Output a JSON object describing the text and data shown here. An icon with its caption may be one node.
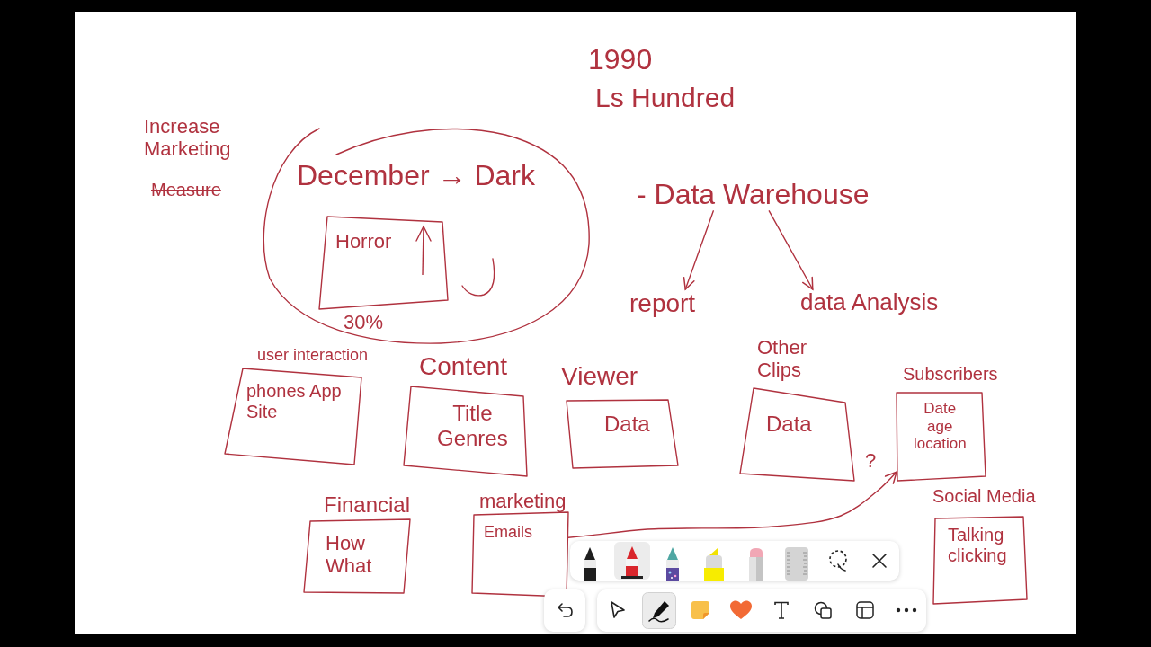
{
  "diagram": {
    "nodes": [
      {
        "text": [
          "December → Dark"
        ]
      },
      {
        "text": [
          "Horror"
        ],
        "in": 0,
        "beside": [
          "30%"
        ]
      },
      {
        "text": [
          "- Data Warehouse"
        ]
      },
      {
        "text": [
          "report"
        ]
      },
      {
        "text": [
          "data Analysis"
        ]
      },
      {
        "text": [
          "user interaction",
          "phones App Site"
        ]
      },
      {
        "text": [
          "Content",
          "Title Genres"
        ]
      },
      {
        "text": [
          "Viewer",
          "Data"
        ]
      },
      {
        "text": [
          "Other Clips",
          "Data"
        ]
      },
      {
        "text": [
          "Subscribers",
          "Date age location"
        ]
      },
      {
        "text": [
          "Financial",
          "How What"
        ]
      },
      {
        "text": [
          "marketing",
          "Emails"
        ]
      },
      {
        "text": [
          "Social Media",
          "Talking clicking"
        ]
      }
    ],
    "edges": [
      {
        "from": 2,
        "to": 3,
        "arrow": "to"
      },
      {
        "from": 2,
        "to": 4,
        "arrow": "to"
      },
      {
        "from": 11,
        "to": 9,
        "arrow": "to",
        "label": "?"
      }
    ],
    "labels": [
      "1990",
      "Ls Hundred",
      "Increase Marketing",
      "Measure"
    ]
  }
}
